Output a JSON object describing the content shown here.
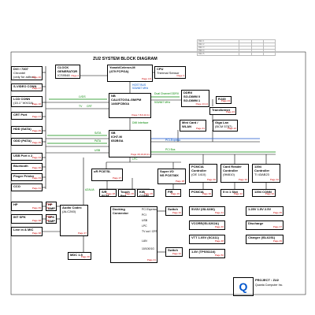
{
  "title": "ZU2 SYSTEM BLOCK DIAGRAM",
  "colors": {
    "wire": "#000000",
    "blue_wire": "#1a55cc",
    "green_wire": "#0a8a0a",
    "page_ref": "#cc0000"
  },
  "blocks": {
    "dvi": {
      "t1": "DVI / 7307",
      "t2": "Chrontel",
      "t3": "(only for adhoc)",
      "pg": "Page 20"
    },
    "svideo": {
      "t1": "S-VIDEO CONN",
      "pg": "Page 17"
    },
    "lcd": {
      "t1": "LCD CONN",
      "t2": "(15.1\" WXGA)",
      "pg": "Page 16"
    },
    "crt": {
      "t1": "CRT Port",
      "pg": "Page 17"
    },
    "hdd": {
      "t1": "HDD (SATA)",
      "pg": "Page 25"
    },
    "odd": {
      "t1": "ODD (PATA)",
      "pg": "Page 25"
    },
    "usb": {
      "t1": "USB Port x 2",
      "pg": "Page 34"
    },
    "bt": {
      "t1": "Bluetooth",
      "pg": "Page 36"
    },
    "finger": {
      "t1": "Finger Printer",
      "pg": "Page 33"
    },
    "cco": {
      "t1": "CCO",
      "pg": "Page 31"
    },
    "clock": {
      "t1": "CLOCK GENERATOR",
      "t2": "ICS9548",
      "pg": "Page 2"
    },
    "cpu": {
      "t1": "Yonah/Celeron-M",
      "t2": "(479 FCPGA)",
      "pg": "Page 4,5"
    },
    "thermal": {
      "t1": "CPU",
      "t2": "Thermal Sensor",
      "pg": "Page 3"
    },
    "nb": {
      "t1": "NB",
      "t2": "CALISTOGA-GM/PM",
      "t3": "1466FCBGA",
      "pg": "Page 7,8,9,10,11"
    },
    "ddr": {
      "t1": "DDRII",
      "t2": "SO-DIMM 0",
      "t3": "SO-DIMM 1",
      "pg": "Page 13,14"
    },
    "rj45": {
      "t1": "RJ45",
      "pg": "Page 23"
    },
    "xfmr": {
      "t1": "Transformer",
      "pg": "Page 23"
    },
    "minicard": {
      "t1": "Mini Card /",
      "t2": "WLAN",
      "pg": "Page 31"
    },
    "giga": {
      "t1": "Giga Lan",
      "t2": "(BCM 5787)",
      "pg": "Page 22"
    },
    "sb": {
      "t1": "SB",
      "t2": "ICH7-M",
      "t3": "652BGA",
      "pg": "Page 18,19,20,21"
    },
    "kbc": {
      "t1": "uR PC87SL",
      "pg": "Page 27"
    },
    "superio": {
      "t1": "Super I/O",
      "t2": "NS PC8738X",
      "pg": "Page 28"
    },
    "pcmcia": {
      "t1": "PCMCIA",
      "t2": "Controller",
      "t3": "(OE 1410)",
      "pg": "Page 30"
    },
    "cardreader": {
      "t1": "Card Reader",
      "t2": "Controller",
      "t3": "(9M810)",
      "pg": "Page 32"
    },
    "c1394": {
      "t1": "1394",
      "t2": "Controller",
      "t3": "TI 43AB23",
      "pg": "Page 32"
    },
    "spirom": {
      "t1": "S/R ROM",
      "pg": "Page 28"
    },
    "touchpad": {
      "t1": "Touch Pad",
      "pg": "Page 35"
    },
    "kbconn": {
      "t1": "K/B CONN",
      "pg": "Page 35"
    },
    "fir": {
      "t1": "FIR",
      "pg": "Page 29"
    },
    "pcmciaslot": {
      "t1": "PCMCIA",
      "pg": "Page 30"
    },
    "fivein1": {
      "t1": "5 in 1 Slot",
      "pg": "Page 32"
    },
    "conn1394": {
      "t1": "1394 CONN",
      "pg": "Page 32"
    },
    "hp": {
      "t1": "HP",
      "pg": "Page 39"
    },
    "hpamp": {
      "t1": "HP AMP",
      "pg": "Page 39"
    },
    "intspk": {
      "t1": "INT SPK",
      "pg": "Page 38"
    },
    "spkamp": {
      "t1": "SPK AMP",
      "pg": "Page 38"
    },
    "linein": {
      "t1": "Line in & MIC",
      "pg": "Page 38"
    },
    "codec": {
      "t1": "Audio Codec",
      "t2": "(ALC260)",
      "pg": "Page 37"
    },
    "mdc": {
      "t1": "MDC 1.5",
      "pg": "Page 36"
    },
    "dock": {
      "t1": "Docking",
      "t2": "Connector",
      "pg": "Page 41"
    },
    "dock_sigs": {
      "s1": "PCI Express",
      "s2": "PCI",
      "s3": "USB",
      "s4": "LPC",
      "s5": "TV out / CRT",
      "s6": "LAN",
      "s7": "10/100/1G"
    },
    "switch1": {
      "t1": "Switch",
      "pg": "Page 42"
    },
    "switch2": {
      "t1": "Switch",
      "pg": "Page 42"
    },
    "p5v3v": {
      "t1": "5V/3V (ISL6236)",
      "pg": "Page 44"
    },
    "p125": {
      "t1": "1.25V 1.5V 2.5V",
      "pg": "Page 45"
    },
    "vcore": {
      "t1": "VCORE(ISL6262A)",
      "pg": "Page 46"
    },
    "discharge": {
      "t1": "Discharge",
      "pg": "Page 47"
    },
    "vtt": {
      "t1": "VTT 1.05V (SC411)",
      "pg": "Page 48"
    },
    "charger": {
      "t1": "Charger (ISL6251)",
      "pg": "Page 49"
    },
    "p18": {
      "t1": "1.8V (TPS51116)",
      "pg": "Page 50"
    }
  },
  "bus_labels": {
    "host": "HOST BUS",
    "host_speed": "533/667 MHz",
    "dual_ch": "Dual Channel DDRII",
    "ddr_speed": "533/667 MHz",
    "dmi": "DMI Interface",
    "pci_express": "PCI-Express",
    "pci_bus": "PCI Bus",
    "lpc": "LPC",
    "sata": "SATA",
    "pata": "PATA",
    "usb": "USB",
    "lvds": "LVDS",
    "tv": "TV",
    "crt": "CRT",
    "azalia": "AZALIA"
  },
  "project": {
    "line1": "PROJECT : ZU2",
    "line2": "Quanta Computer Inc.",
    "logo": "Q"
  },
  "revision_table": {
    "rows": [
      "REV 1",
      "REV 2",
      "REV 3",
      "REV 4",
      "REV 5"
    ]
  }
}
